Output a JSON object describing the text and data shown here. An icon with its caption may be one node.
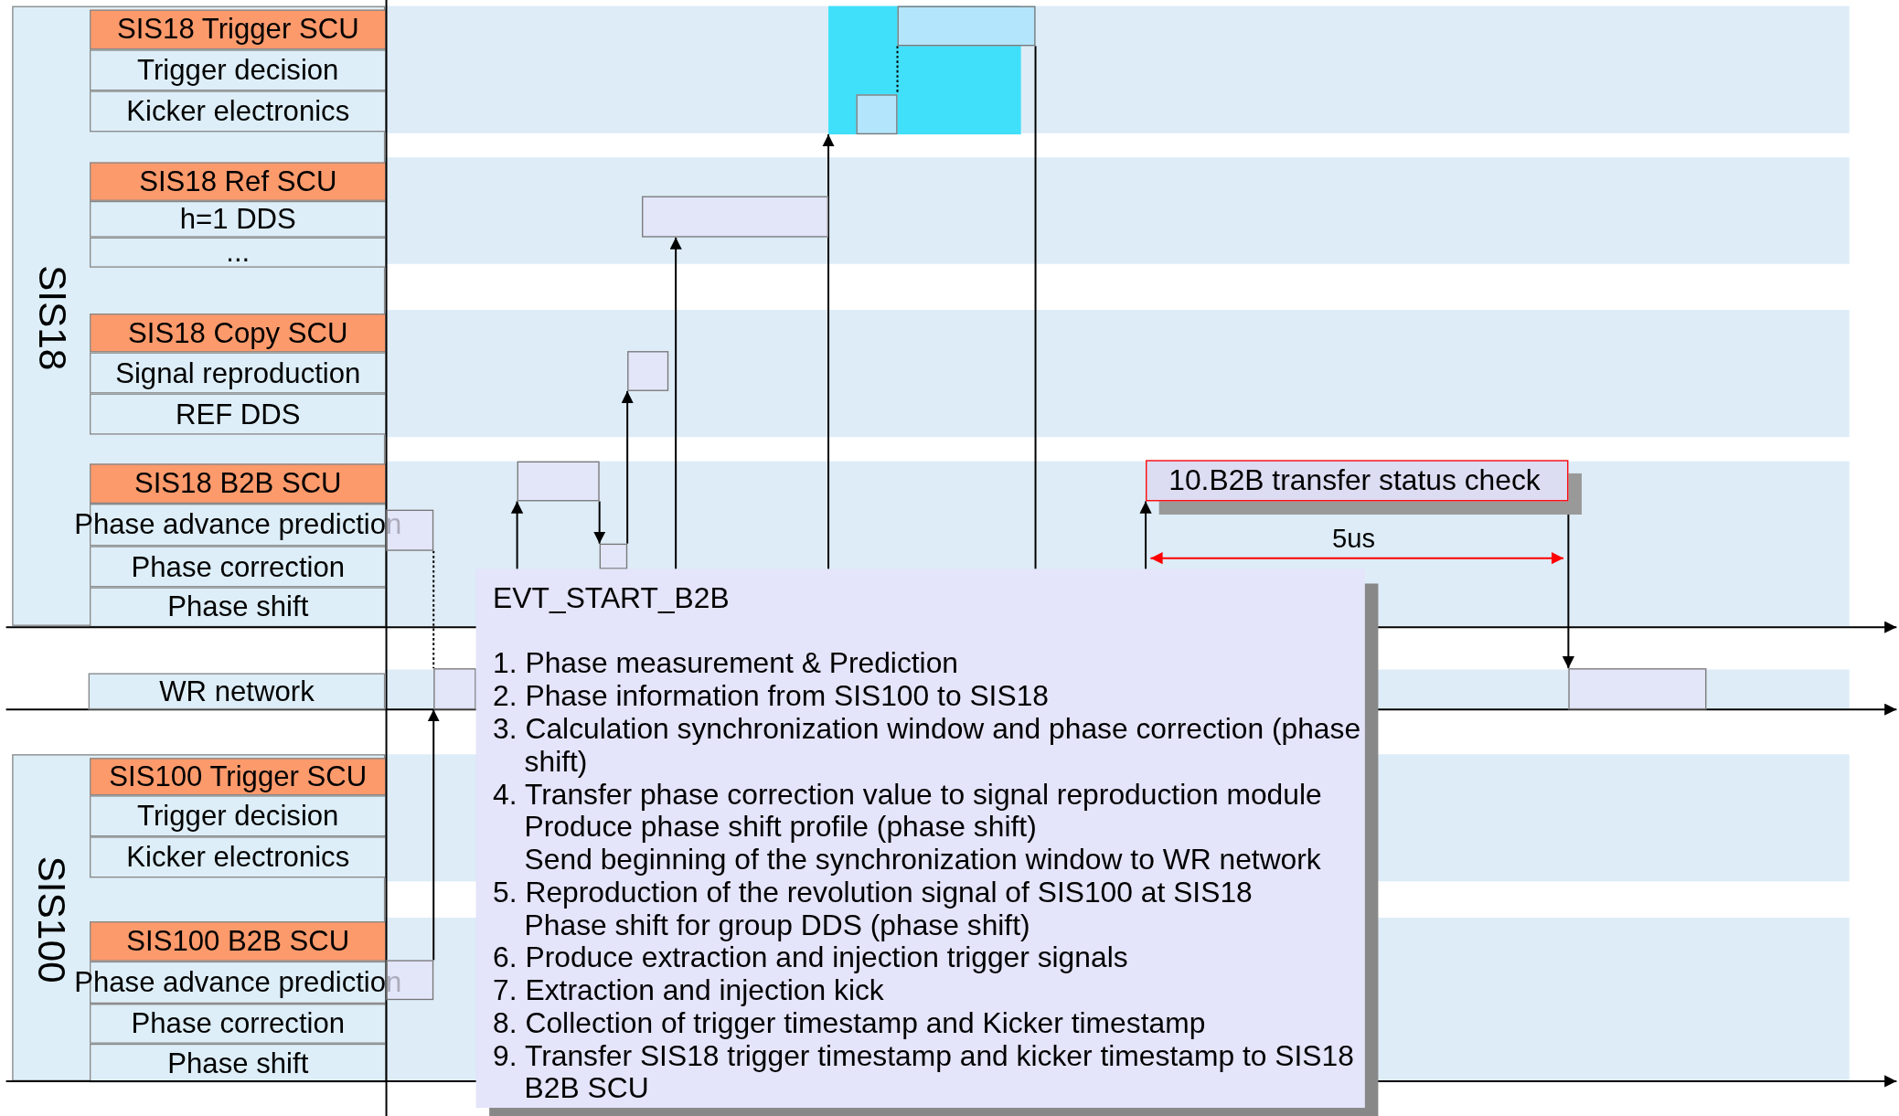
{
  "diagram": {
    "nodes": [
      {
        "text": [
          "SIS18"
        ]
      },
      {
        "text": [
          "SIS18 Trigger SCU"
        ],
        "in": 0
      },
      {
        "text": [
          "Trigger decision"
        ],
        "in": 0
      },
      {
        "text": [
          "Kicker electronics"
        ],
        "in": 0
      },
      {
        "text": [
          "SIS18 Ref SCU"
        ],
        "in": 0
      },
      {
        "text": [
          "h=1 DDS"
        ],
        "in": 0
      },
      {
        "text": [
          "..."
        ],
        "in": 0
      },
      {
        "text": [
          "SIS18 Copy SCU"
        ],
        "in": 0
      },
      {
        "text": [
          "Signal reproduction"
        ],
        "in": 0
      },
      {
        "text": [
          "REF DDS"
        ],
        "in": 0
      },
      {
        "text": [
          "SIS18 B2B SCU"
        ],
        "in": 0
      },
      {
        "text": [
          "Phase advance prediction"
        ],
        "in": 0
      },
      {
        "text": [
          "Phase correction"
        ],
        "in": 0
      },
      {
        "text": [
          "Phase shift"
        ],
        "in": 0
      },
      {
        "text": [
          "WR network"
        ]
      },
      {
        "text": [
          "SIS100"
        ]
      },
      {
        "text": [
          "SIS100 Trigger SCU"
        ],
        "in": 15
      },
      {
        "text": [
          "Trigger decision"
        ],
        "in": 15
      },
      {
        "text": [
          "Kicker electronics"
        ],
        "in": 15
      },
      {
        "text": [
          "SIS100 B2B SCU"
        ],
        "in": 15
      },
      {
        "text": [
          "Phase advance prediction"
        ],
        "in": 15
      },
      {
        "text": [
          "Phase correction"
        ],
        "in": 15
      },
      {
        "text": [
          "Phase shift"
        ],
        "in": 15
      },
      {
        "text": [
          "EVT_START_B2B",
          "1. Phase measurement & Prediction",
          "2. Phase information from SIS100 to SIS18",
          "3. Calculation synchronization window and phase correction (phase shift)",
          "4. Transfer phase correction value to signal reproduction module",
          "Produce phase shift profile (phase shift)",
          "Send beginning of the synchronization window to WR network",
          "5. Reproduction of the revolution signal of SIS100 at SIS18",
          "Phase shift for group DDS (phase shift)",
          "6. Produce extraction and injection trigger signals",
          "7. Extraction and injection kick",
          "8. Collection of trigger timestamp and Kicker timestamp",
          "9. Transfer SIS18 trigger timestamp and kicker timestamp to SIS18 B2B SCU"
        ]
      },
      {
        "text": [
          "10.B2B transfer status check"
        ]
      },
      {
        "text": [],
        "shape": "box"
      },
      {
        "text": [],
        "shape": "box"
      },
      {
        "text": [],
        "shape": "box",
        "in": 25
      },
      {
        "text": [],
        "shape": "box"
      },
      {
        "text": [],
        "shape": "box"
      },
      {
        "text": [],
        "shape": "box"
      },
      {
        "text": [],
        "shape": "box"
      },
      {
        "text": [],
        "shape": "box"
      },
      {
        "text": [],
        "shape": "box"
      },
      {
        "text": [],
        "shape": "box"
      },
      {
        "text": [],
        "shape": "box"
      }
    ],
    "edges": [
      {
        "from": 31,
        "to": 33,
        "arrow": "none",
        "style": "dashed"
      },
      {
        "from": 35,
        "to": 33,
        "arrow": "to"
      },
      {
        "from": 23,
        "to": 30,
        "arrow": "to"
      },
      {
        "from": 30,
        "to": 32,
        "arrow": "to"
      },
      {
        "from": 32,
        "to": 29,
        "arrow": "to"
      },
      {
        "from": 23,
        "to": 28,
        "arrow": "to"
      },
      {
        "from": 23,
        "to": 25,
        "arrow": "to"
      },
      {
        "from": 26,
        "to": 27,
        "arrow": "none",
        "style": "dashed"
      },
      {
        "from": 26,
        "to": 23,
        "arrow": "none"
      },
      {
        "from": 23,
        "to": 24,
        "arrow": "to"
      },
      {
        "from": 24,
        "to": 34,
        "arrow": "to"
      }
    ],
    "labels": [
      "5us"
    ]
  }
}
